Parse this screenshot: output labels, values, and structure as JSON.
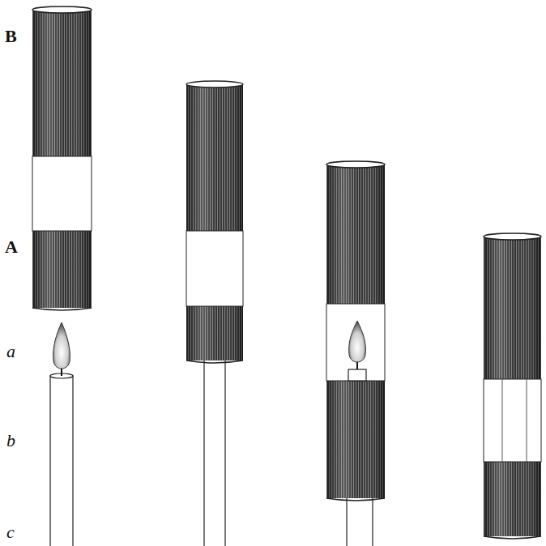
{
  "diagram": {
    "labels": [
      "B",
      "A",
      "a",
      "b",
      "c"
    ]
  }
}
